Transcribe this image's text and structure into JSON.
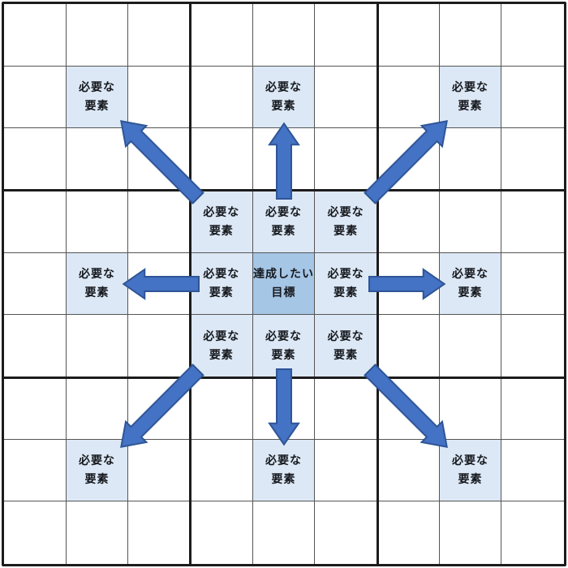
{
  "diagram": {
    "type": "mandala-chart",
    "goal_lines": [
      "達成したい",
      "目標"
    ],
    "element_lines": [
      "必要な",
      "要素"
    ],
    "cells": [
      {
        "row": 1,
        "col": 1,
        "type": "element"
      },
      {
        "row": 1,
        "col": 4,
        "type": "element"
      },
      {
        "row": 1,
        "col": 7,
        "type": "element"
      },
      {
        "row": 3,
        "col": 3,
        "type": "element"
      },
      {
        "row": 3,
        "col": 4,
        "type": "element"
      },
      {
        "row": 3,
        "col": 5,
        "type": "element"
      },
      {
        "row": 4,
        "col": 1,
        "type": "element"
      },
      {
        "row": 4,
        "col": 3,
        "type": "element"
      },
      {
        "row": 4,
        "col": 4,
        "type": "goal"
      },
      {
        "row": 4,
        "col": 5,
        "type": "element"
      },
      {
        "row": 4,
        "col": 7,
        "type": "element"
      },
      {
        "row": 5,
        "col": 3,
        "type": "element"
      },
      {
        "row": 5,
        "col": 4,
        "type": "element"
      },
      {
        "row": 5,
        "col": 5,
        "type": "element"
      },
      {
        "row": 7,
        "col": 1,
        "type": "element"
      },
      {
        "row": 7,
        "col": 4,
        "type": "element"
      },
      {
        "row": 7,
        "col": 7,
        "type": "element"
      }
    ],
    "arrows": [
      "up",
      "down",
      "left",
      "right",
      "up-left",
      "up-right",
      "down-left",
      "down-right"
    ],
    "colors": {
      "element_bg": "#dce8f5",
      "goal_bg": "#a6c6e6",
      "arrow_fill": "#4472c4",
      "arrow_stroke": "#2f5597",
      "thin_line": "#555555",
      "thick_line": "#1c1c1c",
      "text": "#15181d"
    }
  }
}
